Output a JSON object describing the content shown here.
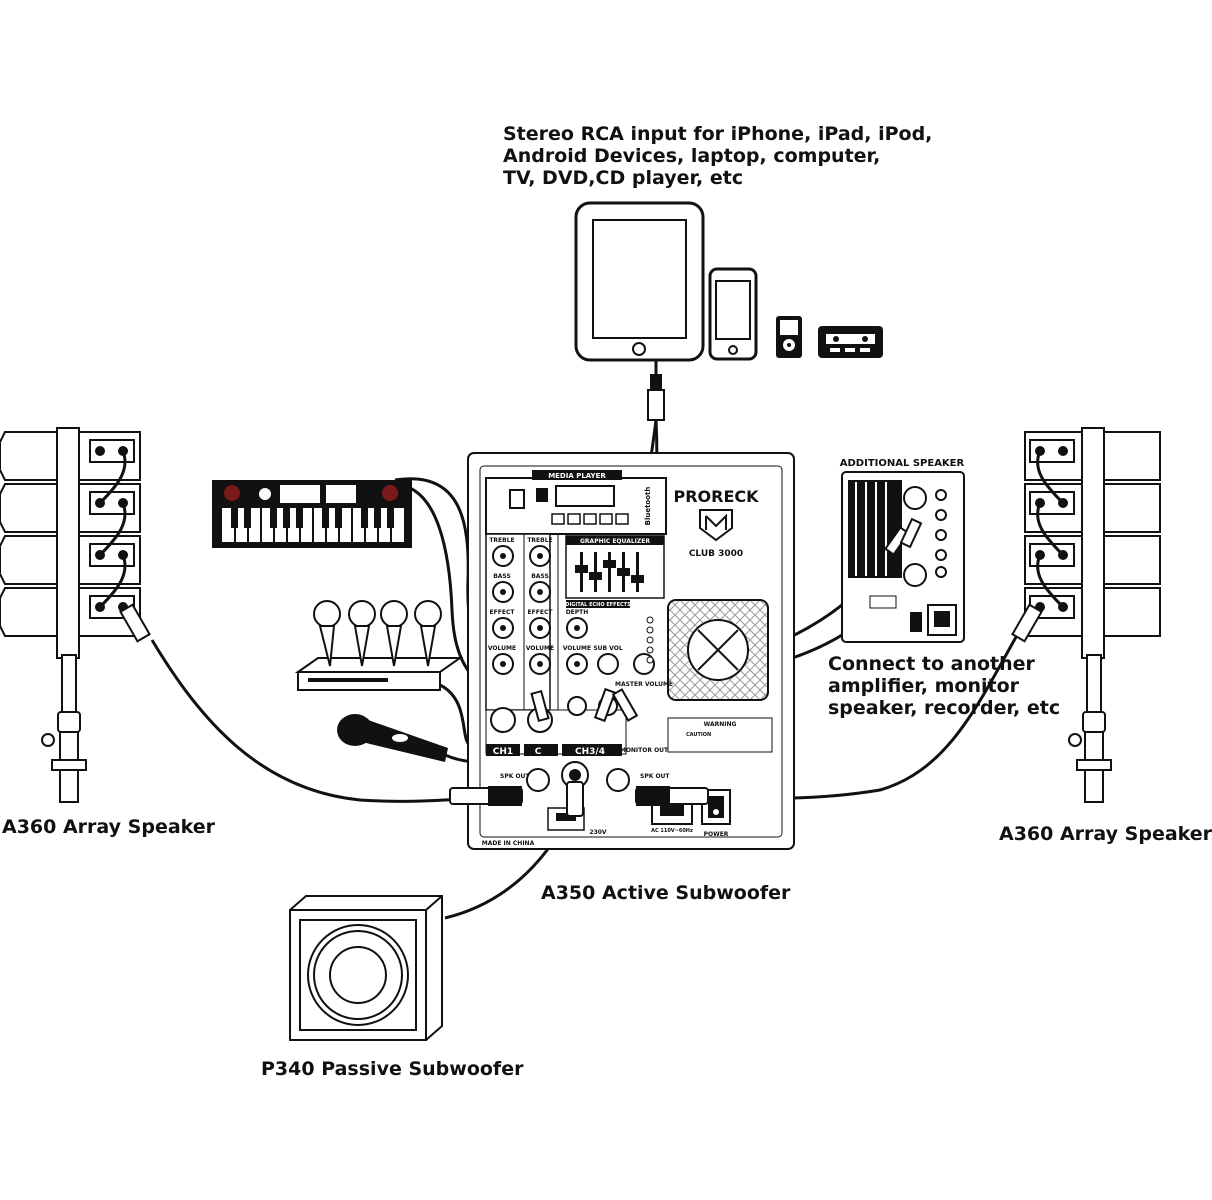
{
  "labels": {
    "rca_line1": "Stereo RCA input for iPhone, iPad, iPod,",
    "rca_line2": "Android Devices, laptop, computer,",
    "rca_line3": "TV, DVD,CD player, etc",
    "connect_line1": "Connect to another",
    "connect_line2": "amplifier, monitor",
    "connect_line3": "speaker, recorder, etc",
    "array_left": "A360 Array Speaker",
    "array_right": "A360 Array Speaker",
    "active_sub": "A350 Active Subwoofer",
    "passive_sub": "P340 Passive Subwoofer"
  },
  "panel": {
    "brand": "PRORECK",
    "model": "CLUB 3000",
    "media_player": "MEDIA PLAYER",
    "bluetooth": "Bluetooth",
    "graphic_eq": "GRAPHIC EQUALIZER",
    "digital_echo": "DIGITAL ECHO EFFECTS",
    "ch1": "CH1",
    "ch2": "C",
    "ch34": "CH3/4",
    "monitor_out": "MONITOR OUT",
    "spk_out_left": "SPK OUT",
    "spk_out_right": "SPK OUT",
    "power": "POWER",
    "made_in": "MADE IN CHINA",
    "treble": "TREBLE",
    "bass": "BASS",
    "effect": "EFFECT",
    "volume": "VOLUME",
    "depth": "DEPTH",
    "sub_volume": "SUB VOL",
    "master_volume": "MASTER VOLUME",
    "warning": "WARNING",
    "caution": "CAUTION",
    "ac": "AC 110V~60Hz",
    "voltage": "230V"
  },
  "additional": {
    "title": "ADDITIONAL SPEAKER"
  },
  "colors": {
    "ink": "#111111",
    "fill": "#ffffff",
    "grey": "#e8e8e8",
    "red_key": "#c0392b"
  }
}
